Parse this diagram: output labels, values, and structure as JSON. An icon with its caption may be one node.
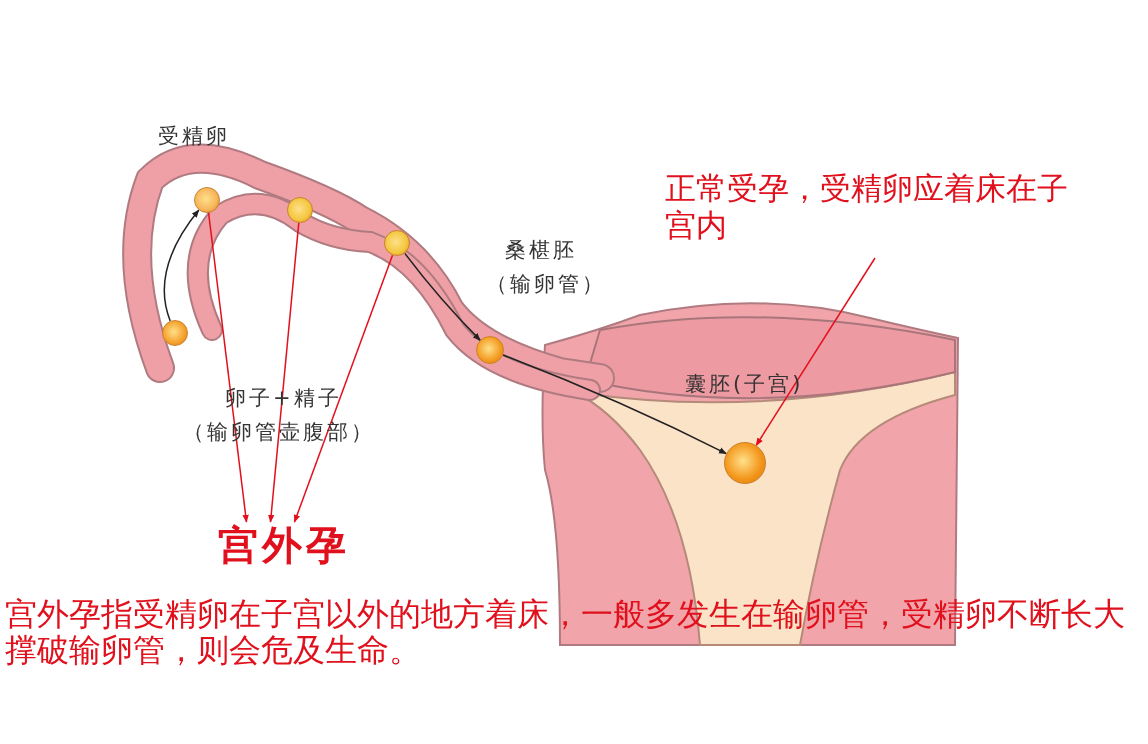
{
  "diagram": {
    "nodes": [
      {
        "text": [],
        "shape": "circle",
        "beside": [
          "卵子+精子",
          "（输卵管壶腹部）"
        ]
      },
      {
        "text": [],
        "shape": "circle",
        "beside": [
          "受精卵"
        ]
      },
      {
        "text": [],
        "shape": "circle"
      },
      {
        "text": [],
        "shape": "circle"
      },
      {
        "text": [],
        "shape": "circle",
        "beside": [
          "桑椹胚",
          "（输卵管）"
        ]
      },
      {
        "text": [],
        "shape": "circle",
        "beside": [
          "囊胚(子宫)"
        ]
      },
      {
        "text": [
          "宫外孕"
        ]
      },
      {
        "text": [
          "正常受孕，受精卵应着床在子宫内"
        ]
      }
    ],
    "edges": [
      {
        "from": 0,
        "to": 1,
        "arrow": "to",
        "color": "#222222"
      },
      {
        "from": 3,
        "to": 4,
        "arrow": "to",
        "color": "#222222"
      },
      {
        "from": 4,
        "to": 5,
        "arrow": "to",
        "color": "#222222"
      },
      {
        "from": 1,
        "to": 6,
        "arrow": "to"
      },
      {
        "from": 2,
        "to": 6,
        "arrow": "to"
      },
      {
        "from": 3,
        "to": 6,
        "arrow": "to"
      },
      {
        "from": 7,
        "to": 5,
        "arrow": "to"
      }
    ],
    "labels": [
      "宫外孕指受精卵在子宫以外的地方着床，一般多发生在输卵管，受精卵不断长大撑破输卵管，则会危及生命。"
    ]
  }
}
